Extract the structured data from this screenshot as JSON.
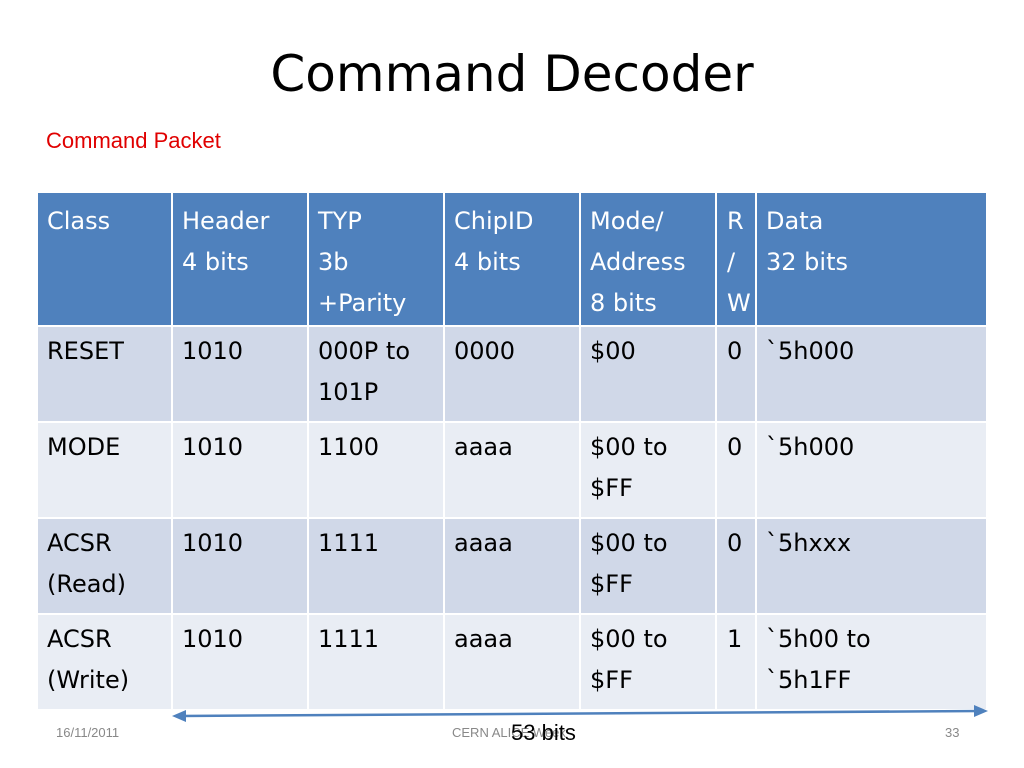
{
  "slide": {
    "title": "Command Decoder",
    "subtitle": "Command Packet",
    "colors": {
      "header_bg": "#4f81bd",
      "row_dark": "#d0d8e8",
      "row_light": "#e9edf4",
      "subtitle": "#e00000",
      "arrow": "#4f81bd"
    }
  },
  "table": {
    "headers": [
      "Class",
      "Header\n4 bits",
      "TYP\n3b\n+Parity",
      "ChipID\n4 bits",
      "Mode/\nAddress\n8 bits",
      "R\n/\nW",
      "Data\n32 bits"
    ],
    "rows": [
      [
        "RESET",
        "1010",
        "000P to\n101P",
        "0000",
        "$00",
        "0",
        "`5h000"
      ],
      [
        "MODE",
        "1010",
        "1100",
        "aaaa",
        "$00 to\n$FF",
        "0",
        "`5h000"
      ],
      [
        "ACSR\n(Read)",
        "1010",
        "1111",
        "aaaa",
        "$00 to\n$FF",
        "0",
        "`5hxxx"
      ],
      [
        "ACSR\n(Write)",
        "1010",
        "1111",
        "aaaa",
        "$00 to\n$FF",
        "1",
        "`5h00 to\n`5h1FF"
      ]
    ]
  },
  "annotation": {
    "bits_label": "53 bits"
  },
  "footer": {
    "date": "16/11/2011",
    "center": "CERN ALICE Week",
    "page": "33"
  }
}
